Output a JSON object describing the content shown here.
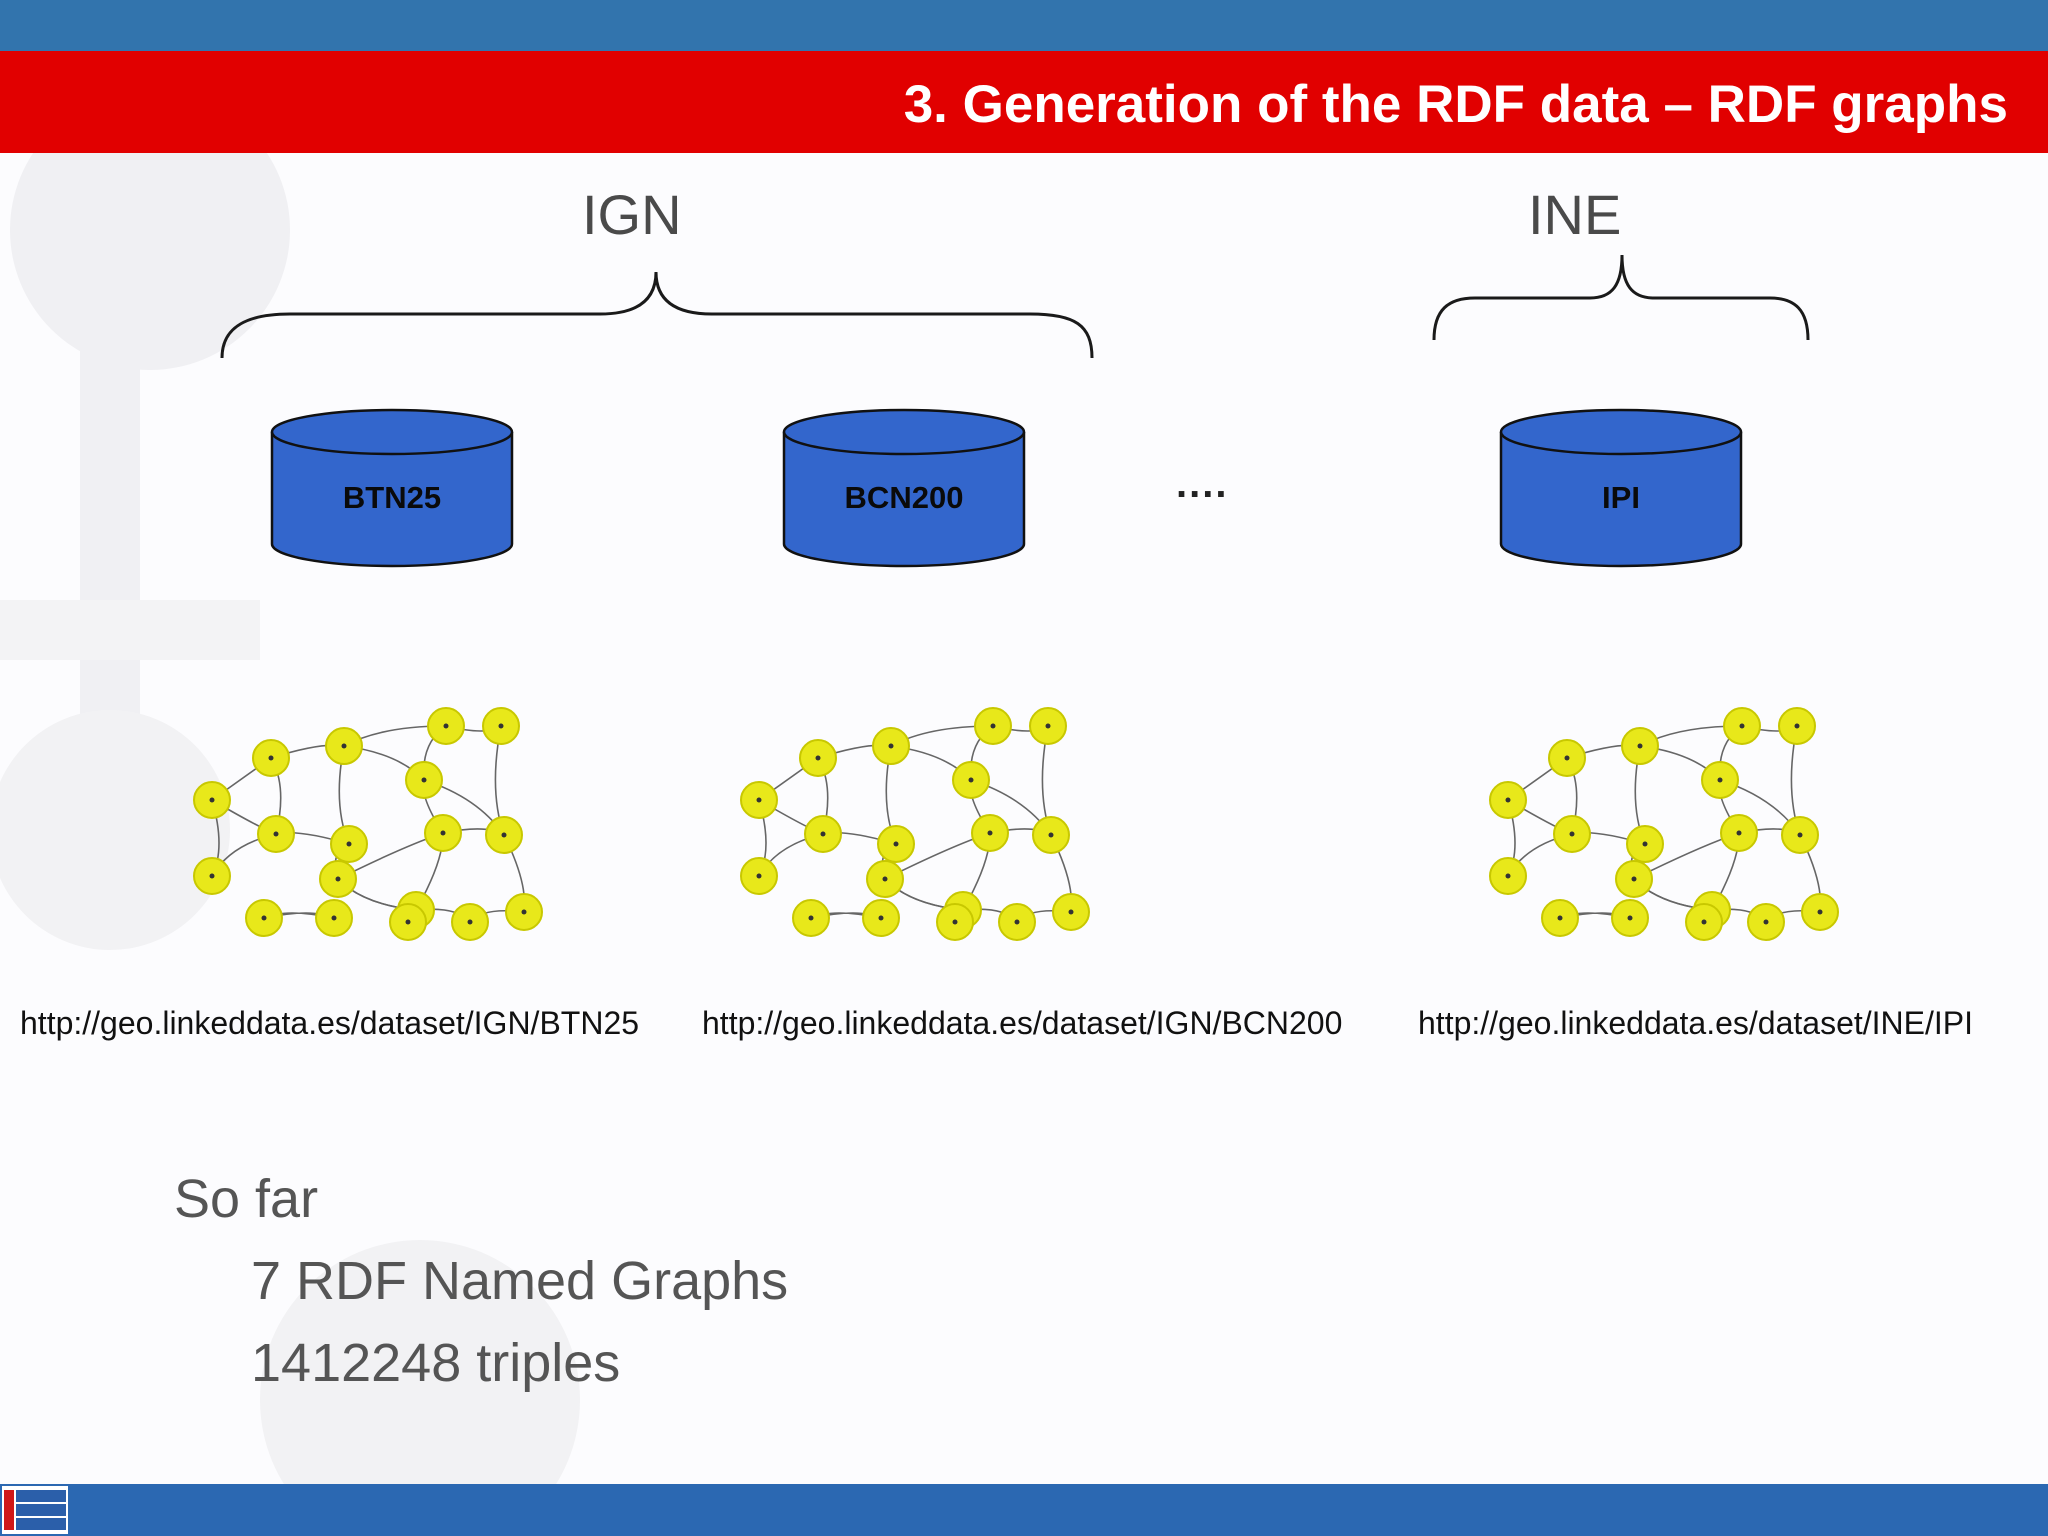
{
  "slide": {
    "title": "3. Generation of the RDF data – RDF graphs"
  },
  "groups": {
    "ign": "IGN",
    "ine": "INE"
  },
  "datasets": [
    {
      "label": "BTN25",
      "url": "http://geo.linkeddata.es/dataset/IGN/BTN25"
    },
    {
      "label": "BCN200",
      "url": "http://geo.linkeddata.es/dataset/IGN/BCN200"
    },
    {
      "label": "IPI",
      "url": "http://geo.linkeddata.es/dataset/INE/IPI"
    }
  ],
  "ellipsis": "....",
  "summary": {
    "heading": "So far",
    "lines": [
      "7 RDF Named Graphs",
      "1412248 triples"
    ]
  },
  "colors": {
    "top_band": "#3274ad",
    "title_bar": "#e10000",
    "cylinder": "#3366cc",
    "node": "#e8e81a",
    "bottom_bar": "#2b68b2"
  },
  "icons": {
    "logo": "ontology-engineering-group-logo"
  }
}
